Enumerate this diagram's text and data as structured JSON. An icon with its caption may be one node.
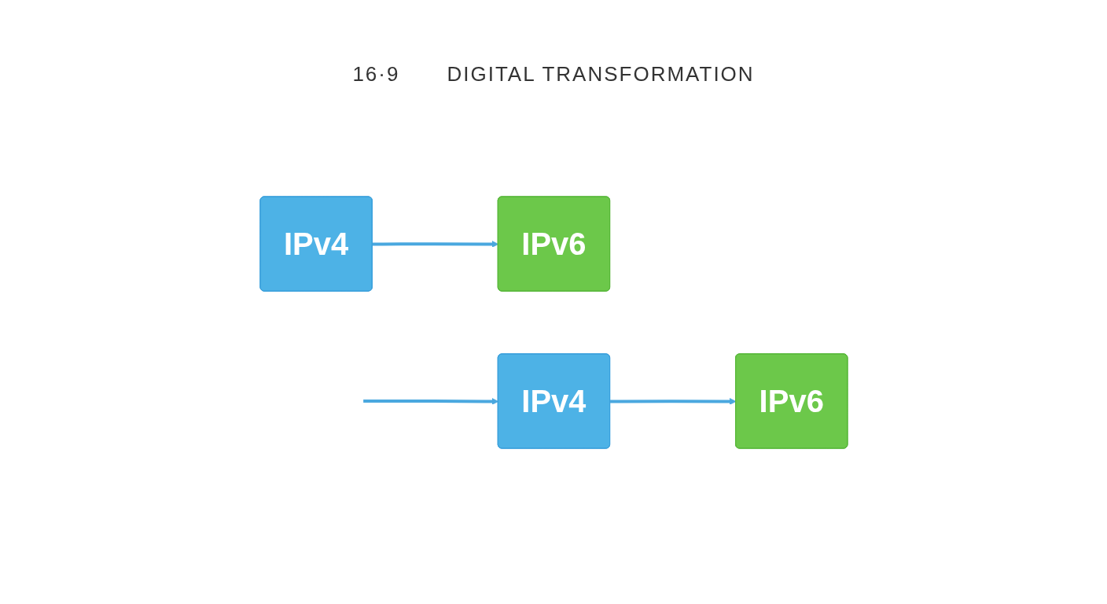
{
  "diagram": {
    "nodes": [
      {
        "text": [
          "IPv4"
        ]
      },
      {
        "text": [
          "IPv6"
        ]
      },
      {
        "text": [
          "IPv4"
        ]
      },
      {
        "text": [
          "IPv6"
        ]
      }
    ],
    "edges": [
      {
        "from": 0,
        "to": 1,
        "arrow": "to"
      },
      {
        "from": 2,
        "to": 3,
        "arrow": "to"
      },
      {
        "from": null,
        "to": 2,
        "arrow": "to"
      }
    ],
    "labels": [
      "16·9",
      "DIGITAL TRANSFORMATION"
    ]
  }
}
